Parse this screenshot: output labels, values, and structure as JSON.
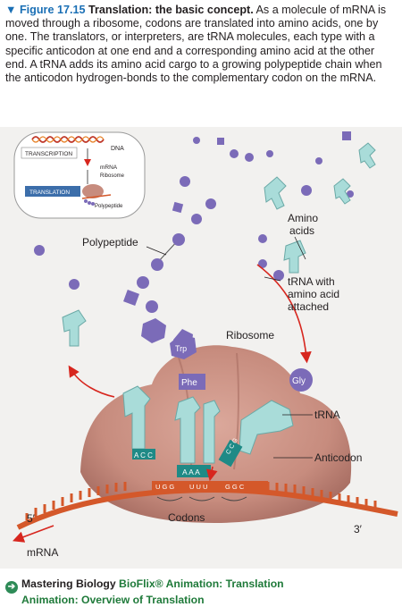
{
  "caption": {
    "figure_label": "▼ Figure 17.15",
    "title": "Translation: the basic concept.",
    "body": "As a molecule of mRNA is moved through a ribosome, codons are translated into amino acids, one by one. The translators, or interpreters, are tRNA molecules, each type with a specific anticodon at one end and a corresponding amino acid at the other end. A tRNA adds its amino acid cargo to a growing polypeptide chain when the anticodon hydrogen-bonds to the complementary codon on the mRNA."
  },
  "inset": {
    "transcription": "TRANSCRIPTION",
    "dna": "DNA",
    "mrna": "mRNA",
    "ribosome": "Ribosome",
    "translation": "TRANSLATION",
    "polypeptide": "Polypeptide"
  },
  "labels": {
    "polypeptide": "Polypeptide",
    "amino_acids_1": "Amino",
    "amino_acids_2": "acids",
    "trna_with_1": "tRNA with",
    "trna_with_2": "amino acid",
    "trna_with_3": "attached",
    "ribosome": "Ribosome",
    "trna": "tRNA",
    "anticodon": "Anticodon",
    "codons": "Codons",
    "five_prime": "5′",
    "three_prime": "3′",
    "mrna": "mRNA"
  },
  "amino_acid_tags": {
    "trp": "Trp",
    "phe": "Phe",
    "gly": "Gly"
  },
  "anticodons": {
    "left": "A C C",
    "middle": "A A A",
    "right": "C C G"
  },
  "codons": {
    "c1": "U G G",
    "c2": "U U U",
    "c3": "G G C"
  },
  "mastering": {
    "brand": "Mastering Biology",
    "line1": "BioFlix® Animation: Translation",
    "line2": "Animation: Overview of Translation"
  },
  "colors": {
    "figure_blue": "#1a6fb5",
    "ribosome": "#c78c7e",
    "trna": "#a9dcd9",
    "trna_stem": "#1f8a86",
    "amino_acid": "#7b6bb8",
    "mrna": "#d4582a",
    "arrow_red": "#d7261e",
    "link_green": "#1f7a3a"
  }
}
